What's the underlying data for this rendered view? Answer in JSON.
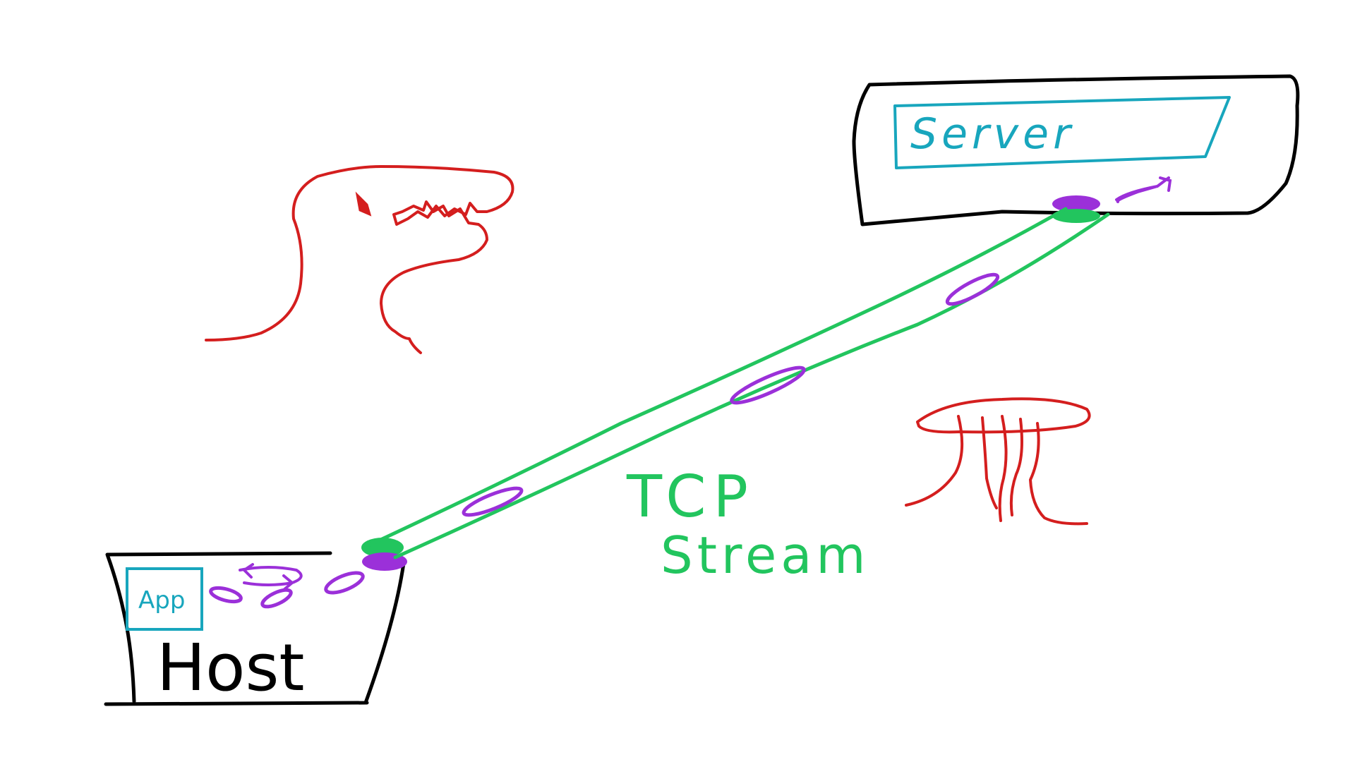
{
  "labels": {
    "host": "Host",
    "app": "App",
    "server": "Server",
    "tcp": "TCP",
    "stream": "Stream"
  },
  "colors": {
    "outline": "#000000",
    "app_server": "#18a6bd",
    "stream": "#22c55e",
    "packet": "#9b30d9",
    "decor": "#d41e1e"
  }
}
